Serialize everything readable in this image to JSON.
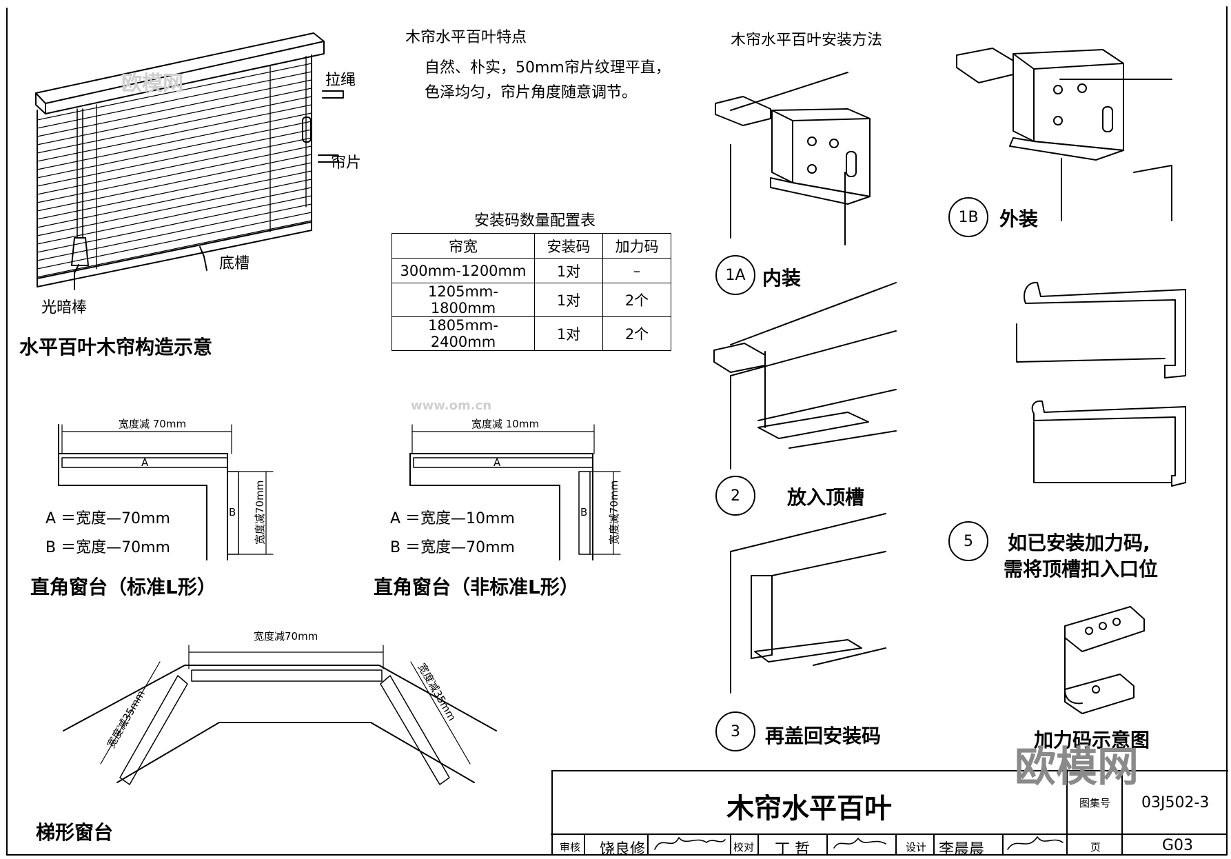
{
  "features": {
    "title": "木帘水平百叶特点",
    "line1": "自然、朴实，50mm帘片纹理平直，",
    "line2": "色泽均匀，帘片角度随意调节。"
  },
  "blind_diagram": {
    "caption": "水平百叶木帘构造示意",
    "label_cord": "拉绳",
    "label_slat": "帘片",
    "label_bottom_rail": "底槽",
    "label_wand": "光暗棒"
  },
  "config_table": {
    "title": "安装码数量配置表",
    "headers": [
      "帘宽",
      "安装码",
      "加力码"
    ],
    "rows": [
      [
        "300mm-1200mm",
        "1对",
        "–"
      ],
      [
        "1205mm-1800mm",
        "1对",
        "2个"
      ],
      [
        "1805mm-2400mm",
        "1对",
        "2个"
      ]
    ]
  },
  "l_standard": {
    "dim_top": "宽度减 70mm",
    "dim_side": "宽度减70mm",
    "mark_a": "A",
    "mark_b": "B",
    "formula_a": "A ＝宽度—70mm",
    "formula_b": "B ＝宽度—70mm",
    "caption": "直角窗台（标准L形）"
  },
  "l_nonstandard": {
    "dim_top": "宽度减 10mm",
    "dim_side": "宽度减70mm",
    "mark_a": "A",
    "mark_b": "B",
    "formula_a": "A ＝宽度—10mm",
    "formula_b": "B ＝宽度—70mm",
    "caption": "直角窗台（非标准L形）"
  },
  "trapezoid": {
    "dim_top": "宽度减70mm",
    "dim_left": "宽度减35mm",
    "dim_right": "宽度减35mm",
    "caption": "梯形窗台"
  },
  "install": {
    "title": "木帘水平百叶安装方法",
    "steps": [
      {
        "num": "1A",
        "label": "内装"
      },
      {
        "num": "1B",
        "label": "外装"
      },
      {
        "num": "2",
        "label": "放入顶槽"
      },
      {
        "num": "3",
        "label": "再盖回安装码"
      },
      {
        "num": "5",
        "label": "如已安装加力码,"
      },
      {
        "num": "",
        "label": "需将顶槽扣入口位"
      }
    ],
    "bracket_caption": "加力码示意图"
  },
  "title_block": {
    "drawing_title": "木帘水平百叶",
    "atlas_label": "图集号",
    "atlas_no": "03J502-3",
    "review_label": "审核",
    "reviewer": "饶良修",
    "check_label": "校对",
    "checker": "丁 哲",
    "design_label": "设计",
    "designer": "李晨晨",
    "page_label": "页",
    "page_no": "G03"
  },
  "watermark": {
    "brand": "欧模网",
    "url": "www.om.cn"
  }
}
